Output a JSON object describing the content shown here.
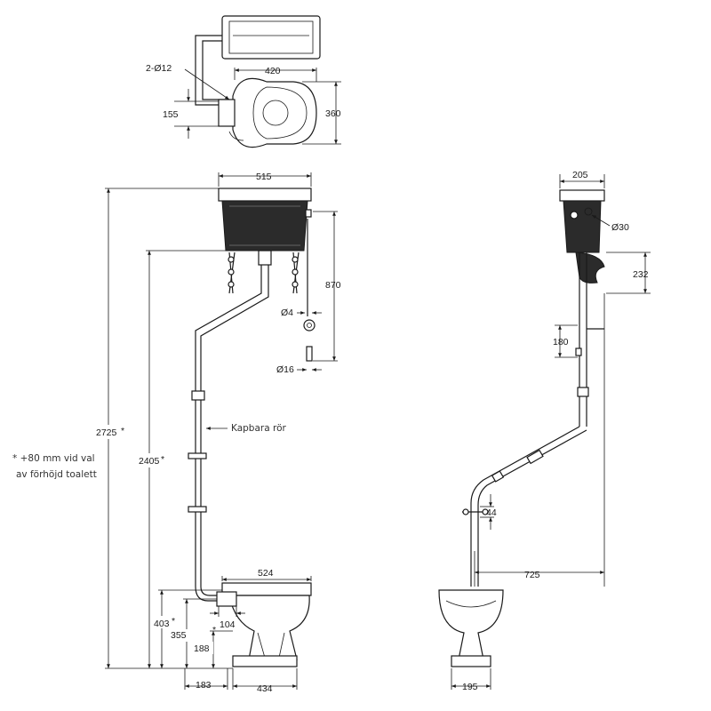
{
  "dimensions": {
    "pipe_holes": "2-Ø12",
    "top_width": "420",
    "top_offset": "155",
    "top_depth": "360",
    "cistern_width": "515",
    "cistern_height": "870",
    "chain_diameter": "Ø4",
    "handle_diameter": "Ø16",
    "total_height": "2725",
    "cistern_bottom_height": "2405",
    "pan_width": "524",
    "pan_height": "403",
    "outlet_height": "355",
    "outlet_offset": "104",
    "floor_outlet": "188",
    "wall_distance": "183",
    "base_width": "434",
    "side_cistern_depth": "205",
    "side_hole": "Ø30",
    "side_bracket": "232",
    "side_pull": "180",
    "side_pipe_gap": "44",
    "side_projection": "725",
    "side_base": "195"
  },
  "marks": {
    "asterisk": "*"
  },
  "labels": {
    "cuttable_pipe": "Kapbara rör",
    "note_line1": "* +80 mm vid val",
    "note_line2": "av förhöjd toalett"
  }
}
